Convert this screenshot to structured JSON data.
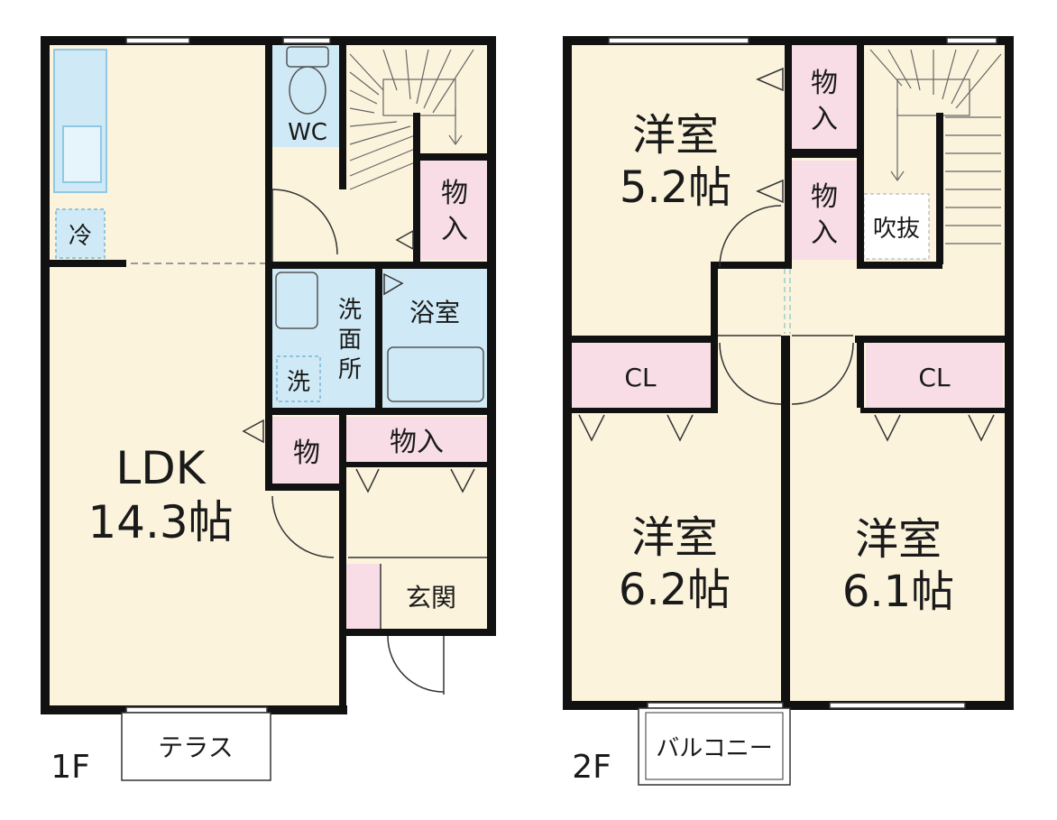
{
  "colors": {
    "wall": "#111111",
    "room": "#fbf3dc",
    "wet": "#cfeaf6",
    "storage": "#f8dde6",
    "white": "#ffffff",
    "fixture": "#8fc9e6"
  },
  "floor1": {
    "level_label": "1F",
    "ldk": {
      "name": "LDK",
      "size": "14.3帖"
    },
    "fridge": "冷",
    "wc": "WC",
    "storage_stairs": [
      "物",
      "入"
    ],
    "washroom": [
      "洗",
      "面",
      "所"
    ],
    "washer": "洗",
    "bathroom": "浴室",
    "small_storage": "物",
    "storage_hall": "物入",
    "entrance": "玄関",
    "terrace": "テラス"
  },
  "floor2": {
    "level_label": "2F",
    "room_north": {
      "name": "洋室",
      "size": "5.2帖"
    },
    "room_sw": {
      "name": "洋室",
      "size": "6.2帖"
    },
    "room_se": {
      "name": "洋室",
      "size": "6.1帖"
    },
    "storage_a": [
      "物",
      "入"
    ],
    "storage_b": [
      "物",
      "入"
    ],
    "void": "吹抜",
    "closet_w": "CL",
    "closet_e": "CL",
    "balcony": "バルコニー"
  }
}
